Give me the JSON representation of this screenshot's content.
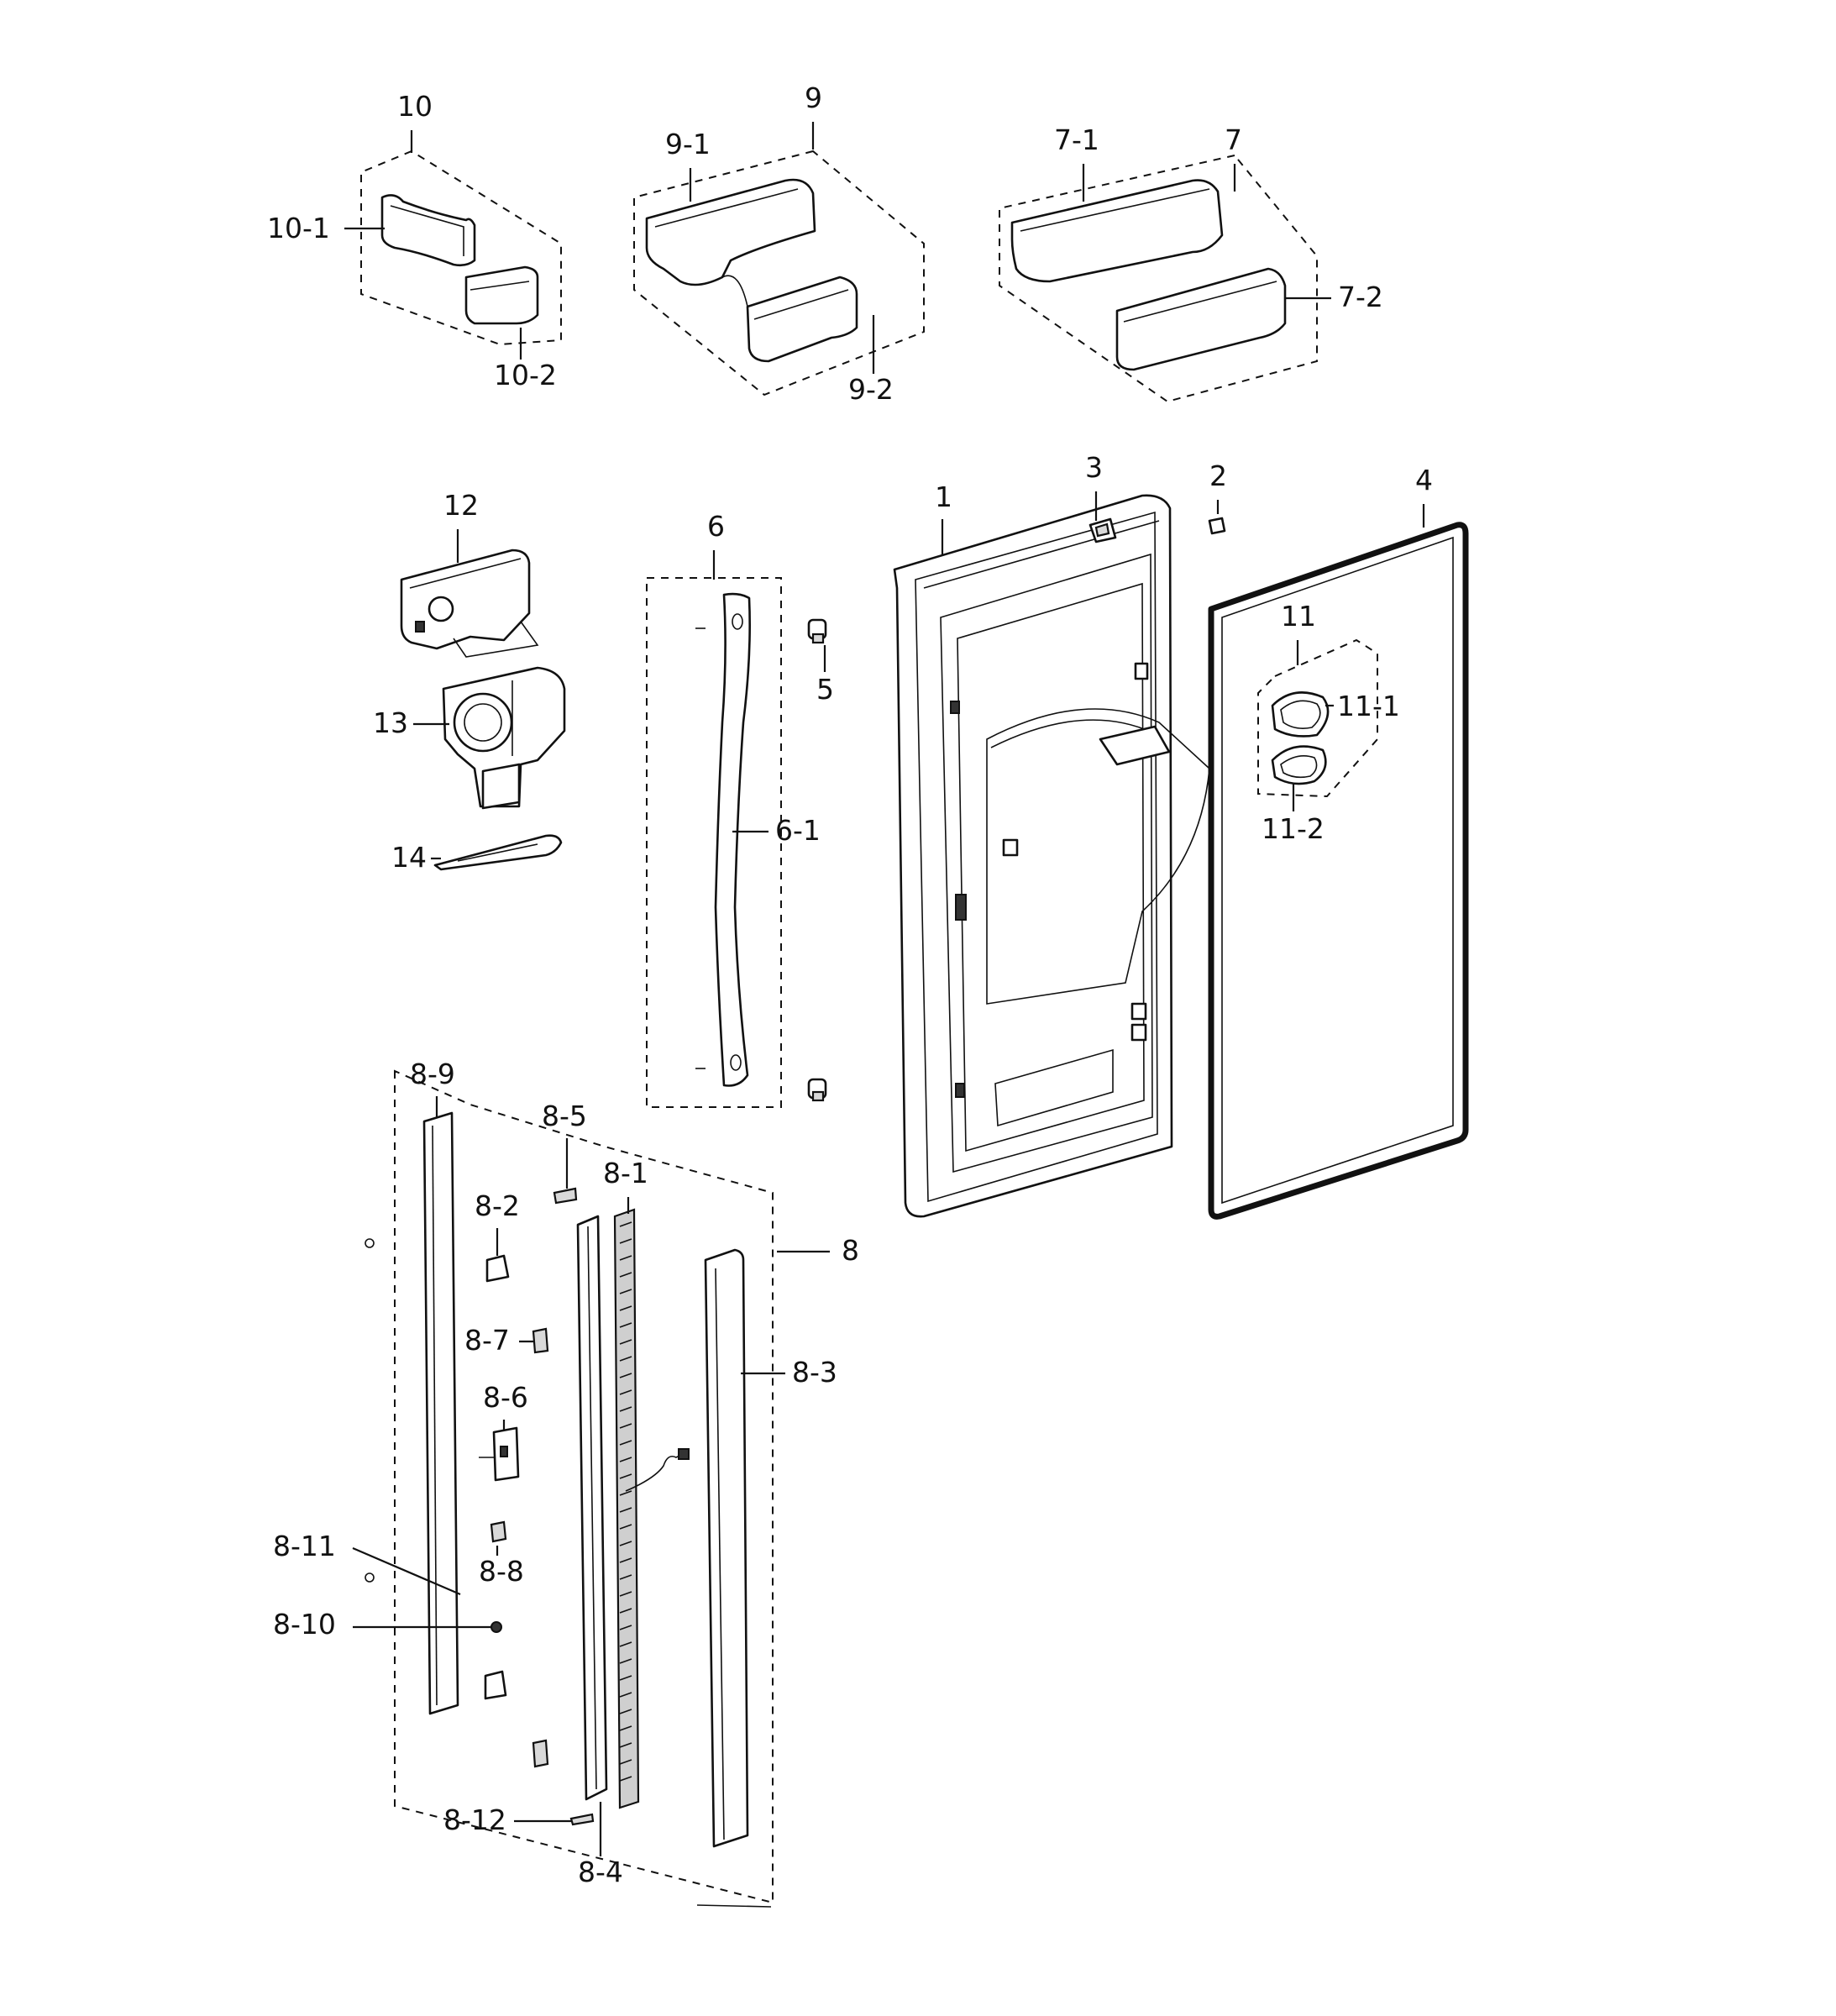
{
  "labels": {
    "p10": "10",
    "p10_1": "10-1",
    "p10_2": "10-2",
    "p9": "9",
    "p9_1": "9-1",
    "p9_2": "9-2",
    "p7": "7",
    "p7_1": "7-1",
    "p7_2": "7-2",
    "p12": "12",
    "p13": "13",
    "p14": "14",
    "p6": "6",
    "p6_1": "6-1",
    "p5": "5",
    "p1": "1",
    "p3": "3",
    "p2": "2",
    "p4": "4",
    "p11": "11",
    "p11_1": "11-1",
    "p11_2": "11-2",
    "p8": "8",
    "p8_1": "8-1",
    "p8_2": "8-2",
    "p8_3": "8-3",
    "p8_4": "8-4",
    "p8_5": "8-5",
    "p8_6": "8-6",
    "p8_7": "8-7",
    "p8_8": "8-8",
    "p8_9": "8-9",
    "p8_10": "8-10",
    "p8_11": "8-11",
    "p8_12": "8-12"
  }
}
